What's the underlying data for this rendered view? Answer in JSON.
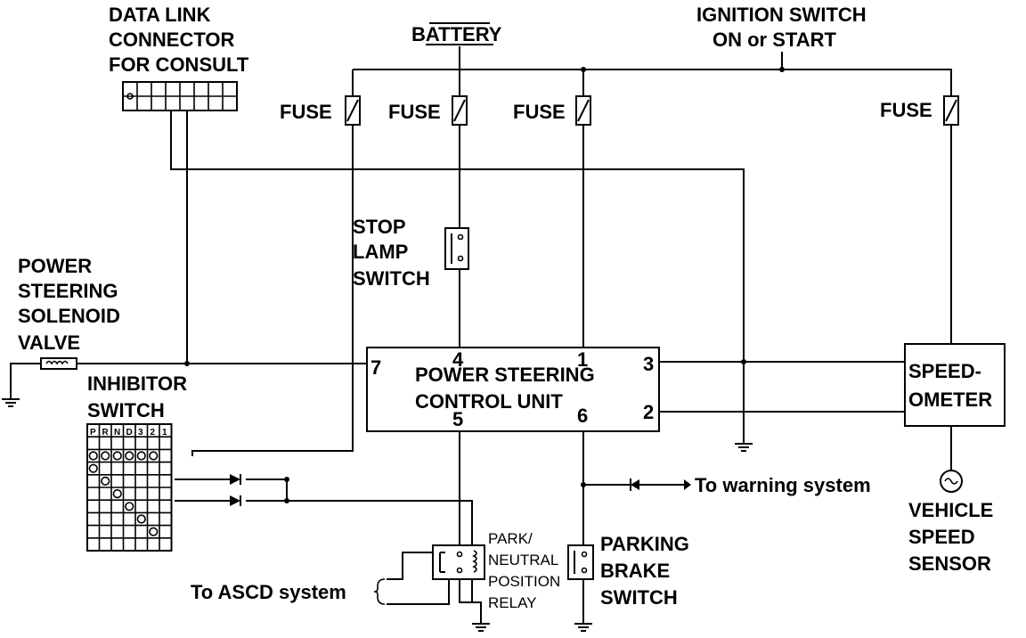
{
  "labels": {
    "data_link_line1": "DATA LINK",
    "data_link_line2": "CONNECTOR",
    "data_link_line3": "FOR CONSULT",
    "battery": "BATTERY",
    "ignition_line1": "IGNITION SWITCH",
    "ignition_line2": "ON or START",
    "fuse": "FUSE",
    "stop_lamp_line1": "STOP",
    "stop_lamp_line2": "LAMP",
    "stop_lamp_line3": "SWITCH",
    "ps_solenoid_line1": "POWER",
    "ps_solenoid_line2": "STEERING",
    "ps_solenoid_line3": "SOLENOID",
    "ps_solenoid_line4": "VALVE",
    "inhibitor_line1": "INHIBITOR",
    "inhibitor_line2": "SWITCH",
    "control_unit_line1": "POWER STEERING",
    "control_unit_line2": "CONTROL UNIT",
    "speedometer_line1": "SPEED-",
    "speedometer_line2": "OMETER",
    "vehicle_speed_line1": "VEHICLE",
    "vehicle_speed_line2": "SPEED",
    "vehicle_speed_line3": "SENSOR",
    "warning_system": "To warning system",
    "ascd_system": "To ASCD system",
    "pn_relay_line1": "PARK/",
    "pn_relay_line2": "NEUTRAL",
    "pn_relay_line3": "POSITION",
    "pn_relay_line4": "RELAY",
    "parking_brake_line1": "PARKING",
    "parking_brake_line2": "BRAKE",
    "parking_brake_line3": "SWITCH"
  },
  "terminals": {
    "t1": "1",
    "t2": "2",
    "t3": "3",
    "t4": "4",
    "t5": "5",
    "t6": "6",
    "t7": "7"
  },
  "inhibitor_positions": [
    "P",
    "R",
    "N",
    "D",
    "3",
    "2",
    "1"
  ]
}
